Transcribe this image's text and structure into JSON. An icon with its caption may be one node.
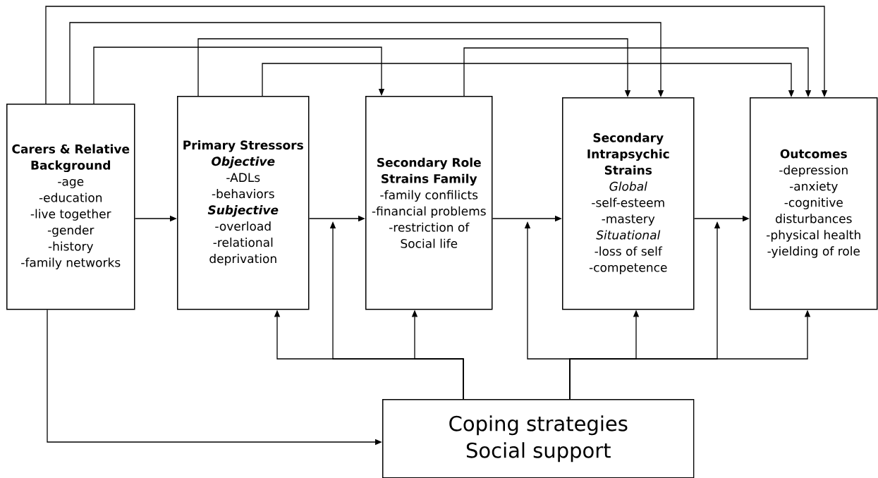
{
  "diagram": {
    "nodes": [
      {
        "text": [
          "Carers & Relative Background",
          "-age",
          "-education",
          "-live together",
          "-gender",
          "-history",
          "-family networks"
        ]
      },
      {
        "text": [
          "Primary Stressors",
          "Objective",
          "-ADLs",
          "-behaviors",
          "Subjective",
          "-overload",
          "-relational deprivation"
        ]
      },
      {
        "text": [
          "Secondary Role Strains Family",
          "-family confilicts",
          "-financial problems",
          "-restriction of Social life"
        ]
      },
      {
        "text": [
          "Secondary Intrapsychic Strains",
          "Global",
          "-self-esteem",
          "-mastery",
          "Situational",
          "-loss of self",
          "-competence"
        ]
      },
      {
        "text": [
          "Outcomes",
          "-depression",
          "-anxiety",
          "-cognitive disturbances",
          "-physical health",
          "-yielding of role"
        ]
      },
      {
        "text": [
          "Coping strategies",
          "Social support"
        ]
      }
    ],
    "edges": [
      {
        "from": 0,
        "to": 1,
        "arrow": "to"
      },
      {
        "from": 1,
        "to": 2,
        "arrow": "to"
      },
      {
        "from": 2,
        "to": 3,
        "arrow": "to"
      },
      {
        "from": 3,
        "to": 4,
        "arrow": "to"
      },
      {
        "from": 0,
        "to": 4,
        "arrow": "to"
      },
      {
        "from": 0,
        "to": 3,
        "arrow": "to"
      },
      {
        "from": 1,
        "to": 3,
        "arrow": "to"
      },
      {
        "from": 0,
        "to": 2,
        "arrow": "to"
      },
      {
        "from": 2,
        "to": 4,
        "arrow": "to"
      },
      {
        "from": 1,
        "to": 4,
        "arrow": "to"
      },
      {
        "from": 0,
        "to": 5,
        "arrow": "to"
      },
      {
        "from": 5,
        "to": 1,
        "arrow": "to"
      },
      {
        "from": 5,
        "to": null,
        "arrow": "to"
      },
      {
        "from": 5,
        "to": 2,
        "arrow": "to"
      },
      {
        "from": 5,
        "to": null,
        "arrow": "to"
      },
      {
        "from": 5,
        "to": 3,
        "arrow": "to"
      },
      {
        "from": 5,
        "to": null,
        "arrow": "to"
      },
      {
        "from": 5,
        "to": 4,
        "arrow": "to"
      }
    ]
  }
}
